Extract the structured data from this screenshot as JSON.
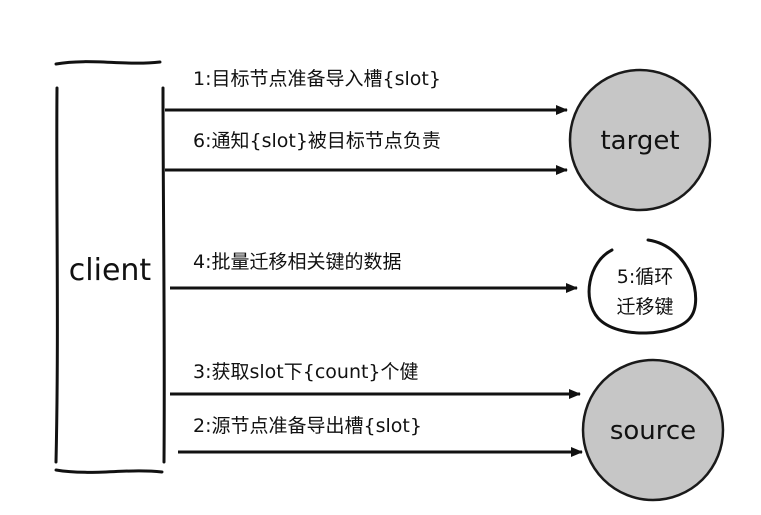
{
  "client": {
    "label": "client"
  },
  "target": {
    "label": "target",
    "fill": "#c6c6c6",
    "stroke": "#1a1a1a"
  },
  "source": {
    "label": "source",
    "fill": "#c6c6c6",
    "stroke": "#1a1a1a"
  },
  "loop": {
    "line1": "5:循环",
    "line2": "迁移键"
  },
  "arrows": [
    {
      "label": "1:目标节点准备导入槽{slot}"
    },
    {
      "label": "6:通知{slot}被目标节点负责"
    },
    {
      "label": "4:批量迁移相关键的数据"
    },
    {
      "label": "3:获取slot下{count}个健"
    },
    {
      "label": "2:源节点准备导出槽{slot}"
    }
  ],
  "colors": {
    "ink": "#111111",
    "node_fill": "#c6c6c6"
  }
}
